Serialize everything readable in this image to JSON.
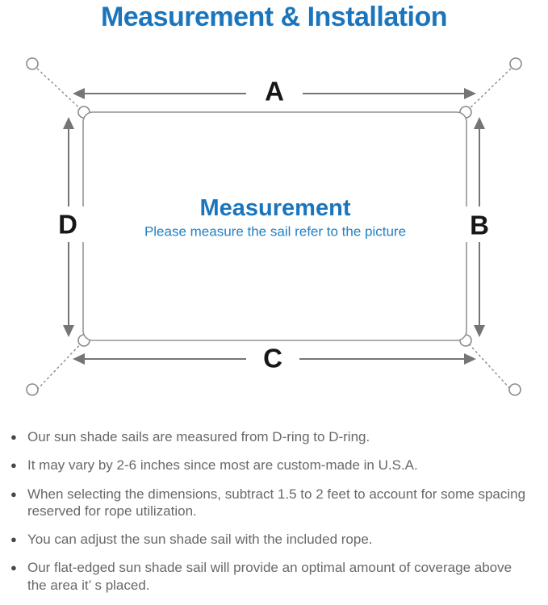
{
  "title": "Measurement & Installation",
  "diagram": {
    "labels": {
      "a": "A",
      "b": "B",
      "c": "C",
      "d": "D"
    },
    "center_title": "Measurement",
    "center_subtitle": "Please measure the sail refer to the picture"
  },
  "icons": {
    "bullet": "●"
  },
  "bullets": [
    "Our sun shade sails are measured from D-ring to D-ring.",
    "It may vary by 2-6 inches since most are custom-made in U.S.A.",
    "When selecting the dimensions, subtract 1.5 to 2 feet to account for some spacing\nreserved for rope utilization.",
    "You can adjust the sun shade sail with the included rope.",
    "Our flat-edged sun shade sail will provide an optimal amount of coverage above\nthe area it’ s placed."
  ],
  "colors": {
    "accent_blue": "#1b75bc",
    "subtitle_blue": "#2380c2",
    "line_gray": "#8a8a8a",
    "arrow_gray": "#757575",
    "text_gray": "#686868"
  }
}
